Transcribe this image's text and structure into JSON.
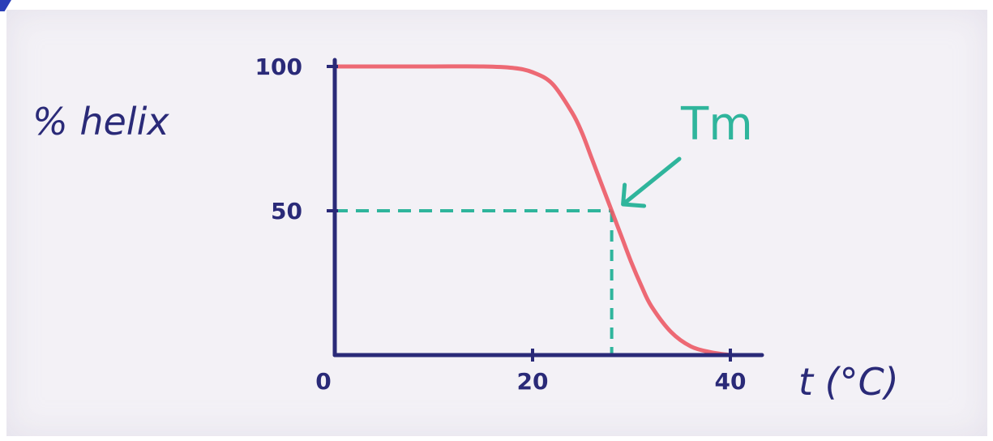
{
  "chart_data": {
    "type": "line",
    "ylabel": "% helix",
    "xlabel": "t (°C)",
    "annotation": "Tm",
    "x_ticks": [
      {
        "value": 0,
        "label": "0"
      },
      {
        "value": 20,
        "label": "20"
      },
      {
        "value": 40,
        "label": "40"
      }
    ],
    "y_ticks": [
      {
        "value": 50,
        "label": "50"
      },
      {
        "value": 100,
        "label": "100"
      }
    ],
    "xlim": [
      0,
      42
    ],
    "ylim": [
      0,
      100
    ],
    "tm": {
      "x": 28,
      "y": 50
    },
    "series": [
      {
        "x": [
          0,
          5,
          10,
          15,
          18,
          20,
          22,
          24,
          25,
          26,
          27,
          28,
          29,
          30,
          31,
          32,
          34,
          36,
          38,
          40
        ],
        "y": [
          100,
          100,
          100,
          100,
          99.5,
          98,
          94,
          84,
          77,
          68,
          59,
          50,
          41,
          32,
          24,
          17,
          8,
          3,
          1,
          0
        ]
      }
    ],
    "colors": {
      "axis": "#2a2a78",
      "curve": "#ec5a66",
      "guide": "#2fb59c",
      "label": "#2a2a78"
    }
  }
}
